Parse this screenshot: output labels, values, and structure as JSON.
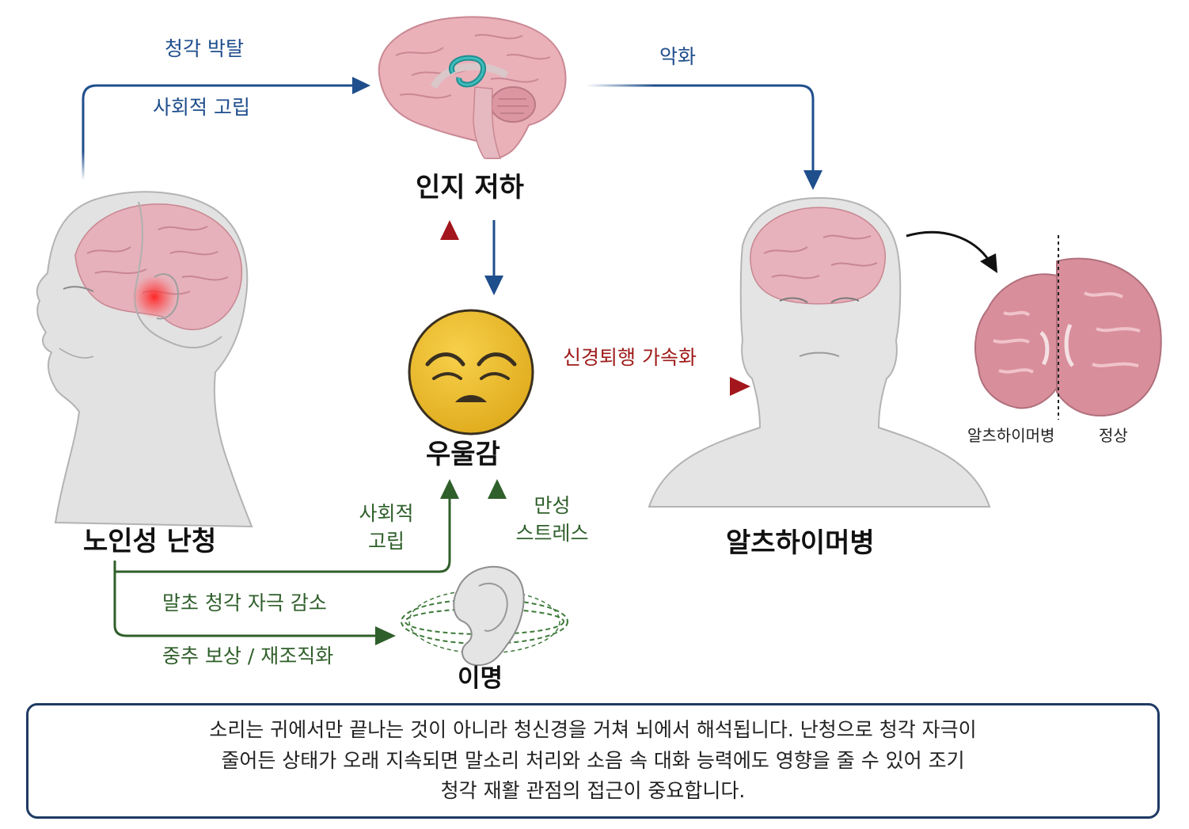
{
  "nodes": {
    "hearing_loss": "노인성 난청",
    "cognitive_decline": "인지 저하",
    "depression": "우울감",
    "tinnitus": "이명",
    "alzheimers": "알츠하이머병"
  },
  "edges": {
    "auditory_deprivation": "청각 박탈",
    "social_isolation_top": "사회적 고립",
    "worsening": "악화",
    "neurodegeneration": "신경퇴행 가속화",
    "social_isolation_line1": "사회적",
    "social_isolation_line2": "고립",
    "chronic_stress_line1": "만성",
    "chronic_stress_line2": "스트레스",
    "peripheral_reduction": "말초 청각 자극 감소",
    "central_compensation": "중추 보상 / 재조직화"
  },
  "brain_section": {
    "left_label": "알츠하이머병",
    "right_label": "정상"
  },
  "caption": {
    "line1": "소리는 귀에서만 끝나는 것이 아니라 청신경을 거쳐 뇌에서 해석됩니다. 난청으로 청각 자극이",
    "line2": "줄어든 상태가 오래 지속되면 말소리 처리와 소음 속 대화 능력에도 영향을 줄 수 있어 조기",
    "line3": "청각 재활 관점의 접근이 중요합니다."
  },
  "colors": {
    "blue_arrow": "#1f4e8c",
    "red_arrow": "#a3161c",
    "green_arrow": "#2f5f2a",
    "brain_pink": "#e8a3ae",
    "skin_gray": "#dcdcdc",
    "emoji_yellow": "#f2c12e",
    "hippocampus_teal": "#2aa6a6",
    "caption_border": "#1f3a63"
  },
  "icons": [
    "brain-sagittal-icon",
    "elderly-head-icon",
    "sad-face-icon",
    "ear-icon",
    "alzheimer-head-icon",
    "brain-coronal-section-icon"
  ]
}
